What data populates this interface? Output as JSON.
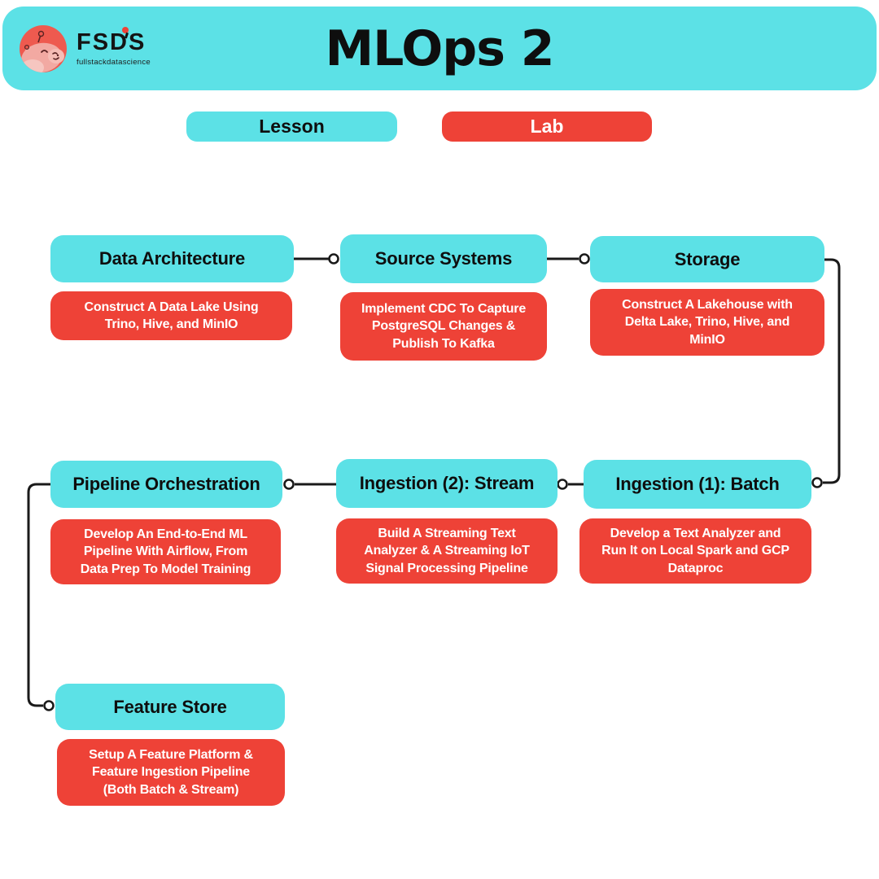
{
  "header": {
    "title": "MLOps 2",
    "logo": {
      "brand": "FSDS",
      "subtitle": "fullstackdatascience"
    }
  },
  "legend": {
    "lesson_label": "Lesson",
    "lab_label": "Lab"
  },
  "colors": {
    "lesson_cyan": "#5CE1E6",
    "lab_red": "#EE4237",
    "text_dark": "#0E0E0E",
    "text_light": "#FFFFFF",
    "connector_black": "#1A1A1A"
  },
  "nodes": [
    {
      "id": "data-architecture",
      "lesson": "Data Architecture",
      "lab_lines": [
        "Construct A Data Lake Using",
        "Trino, Hive, and MinIO"
      ]
    },
    {
      "id": "source-systems",
      "lesson": "Source Systems",
      "lab_lines": [
        "Implement CDC To Capture",
        "PostgreSQL Changes &",
        "Publish To Kafka"
      ]
    },
    {
      "id": "storage",
      "lesson": "Storage",
      "lab_lines": [
        "Construct A Lakehouse with",
        "Delta Lake, Trino, Hive, and",
        "MinIO"
      ]
    },
    {
      "id": "pipeline-orchestration",
      "lesson": "Pipeline Orchestration",
      "lab_lines": [
        "Develop An End-to-End ML",
        "Pipeline With Airflow, From",
        "Data Prep To Model Training"
      ]
    },
    {
      "id": "ingestion-2-stream",
      "lesson": "Ingestion (2): Stream",
      "lab_lines": [
        "Build A Streaming Text",
        "Analyzer & A Streaming IoT",
        "Signal Processing Pipeline"
      ]
    },
    {
      "id": "ingestion-1-batch",
      "lesson": "Ingestion (1): Batch",
      "lab_lines": [
        "Develop a Text Analyzer and",
        "Run It on Local Spark and GCP",
        "Dataproc"
      ]
    },
    {
      "id": "feature-store",
      "lesson": "Feature Store",
      "lab_lines": [
        "Setup A Feature Platform &",
        "Feature Ingestion Pipeline",
        "(Both Batch & Stream)"
      ]
    }
  ]
}
